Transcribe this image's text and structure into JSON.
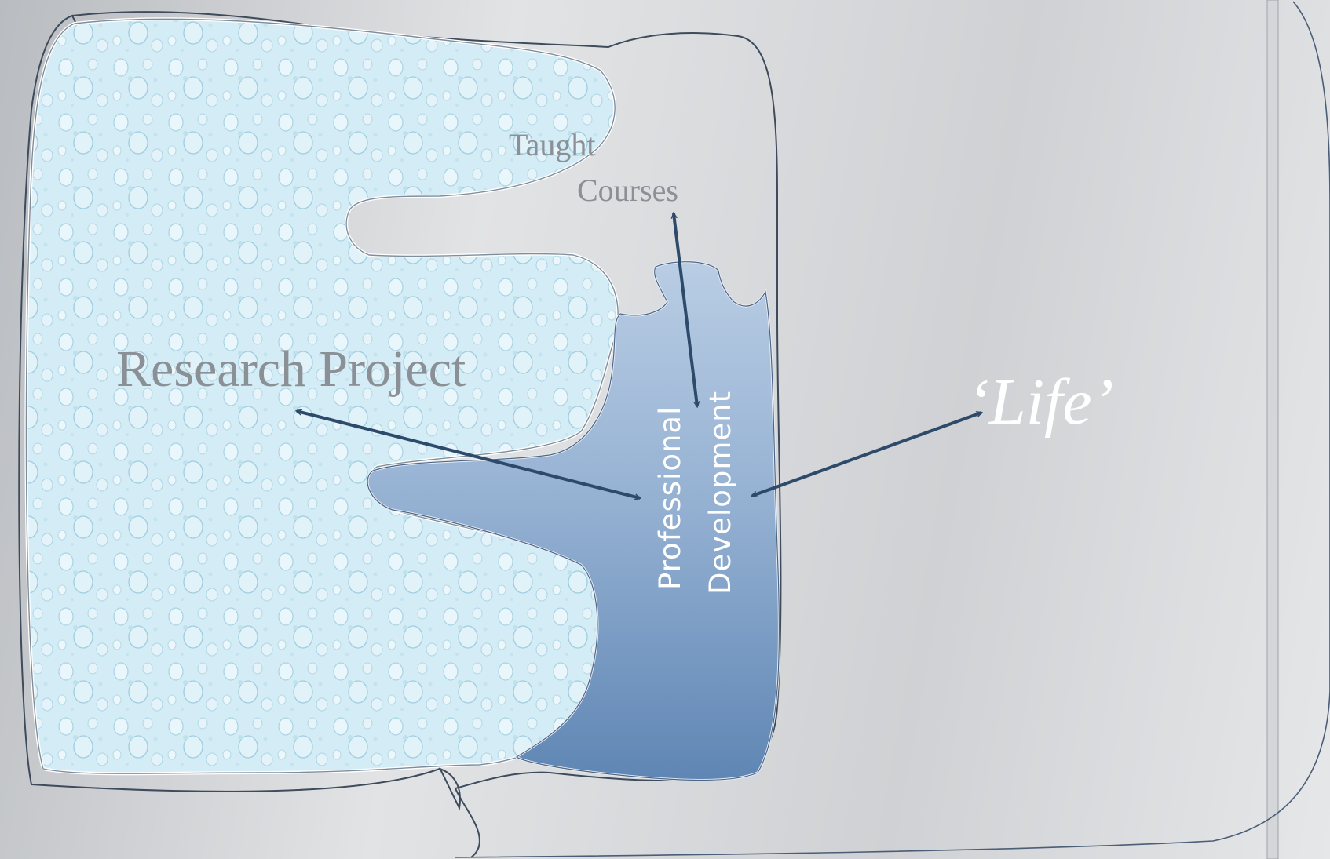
{
  "diagram": {
    "labels": {
      "research_project": "Research Project",
      "taught_line1": "Taught",
      "taught_line2": "Courses",
      "professional_line1": "Professional",
      "professional_line2": "Development",
      "life": "‘Life’"
    },
    "colors": {
      "research_fill": "#cfe9f3",
      "professional_fill_top": "#b9cde4",
      "professional_fill_bottom": "#5f86b4",
      "arrow": "#2e4a6b",
      "outline": "#3d4b5c",
      "label_gray": "#8a9096",
      "label_white": "#ffffff"
    },
    "connections": [
      {
        "from": "Professional Development",
        "to": "Research Project"
      },
      {
        "from": "Professional Development",
        "to": "Taught Courses"
      },
      {
        "from": "Professional Development",
        "to": "‘Life’"
      }
    ]
  }
}
